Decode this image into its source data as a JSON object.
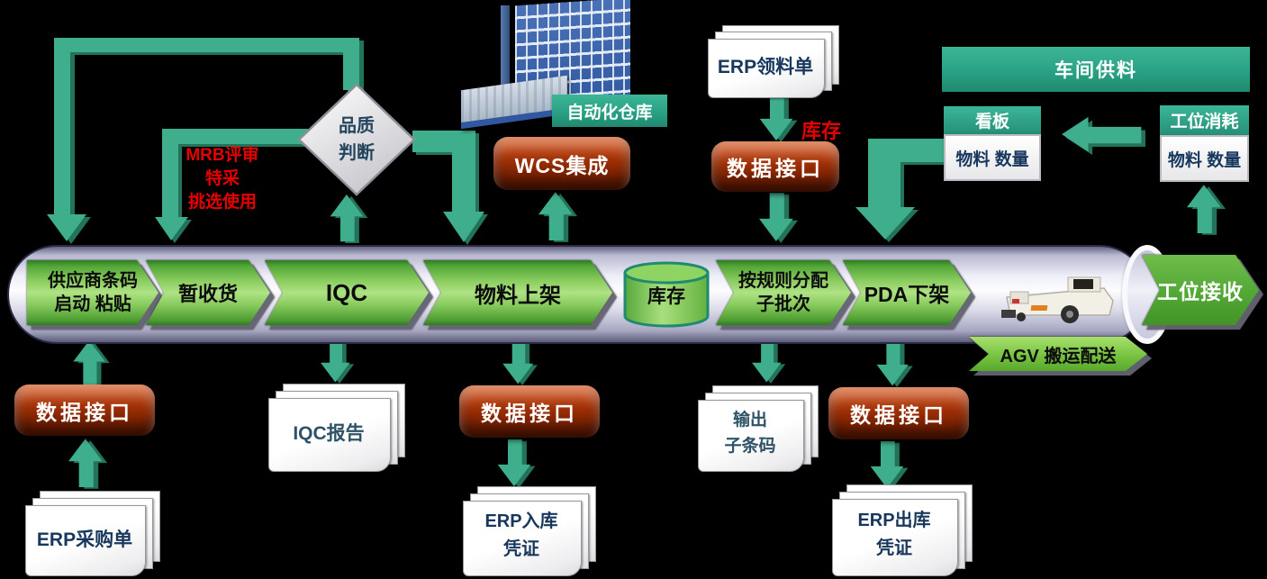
{
  "colors": {
    "arrow_green": "#3FAE8D",
    "teal_label": "#2AA184",
    "process_green": "#8CCD60",
    "solid_green": "#52A835",
    "red_box": "#992D05",
    "tube_lavender": "#DCDCEA",
    "doc_text_navy": "#1B3F5E",
    "alert_red": "#E60000",
    "diamond_text": "#24435C"
  },
  "top_left": {
    "mrb_note": {
      "line1": "MRB评审",
      "line2": "特采",
      "line3": "挑选使用"
    },
    "quality_diamond": {
      "line1": "品质",
      "line2": "判断"
    }
  },
  "warehouse": {
    "label": "自动化仓库",
    "wcs_box": "WCS集成"
  },
  "erp_requisition": {
    "doc": "ERP领料单",
    "inventory_note": "库存",
    "interface_box": "数据接口"
  },
  "workshop": {
    "banner": "车间供料",
    "kanban": {
      "header": "看板",
      "body": "物料 数量"
    },
    "station_consumption": {
      "header": "工位消耗",
      "body": "物料 数量"
    }
  },
  "pipeline": {
    "steps": [
      {
        "line1": "供应商条码",
        "line2": "启动 粘贴"
      },
      {
        "line1": "暂收货"
      },
      {
        "line1": "IQC"
      },
      {
        "line1": "物料上架"
      },
      {
        "line1": "按规则分配",
        "line2": "子批次"
      },
      {
        "line1": "PDA下架"
      }
    ],
    "inventory_cylinder": "库存",
    "agv_banner": "AGV 搬运配送",
    "receive_chevron": "工位接收"
  },
  "bottom": {
    "purchase": {
      "interface_box": "数据接口",
      "doc": "ERP采购单"
    },
    "iqc_report": {
      "doc": "IQC报告"
    },
    "inbound": {
      "interface_box": "数据接口",
      "doc_line1": "ERP入库",
      "doc_line2": "凭证"
    },
    "sub_barcode": {
      "doc_line1": "输出",
      "doc_line2": "子条码"
    },
    "outbound": {
      "interface_box": "数据接口",
      "doc_line1": "ERP出库",
      "doc_line2": "凭证"
    }
  }
}
